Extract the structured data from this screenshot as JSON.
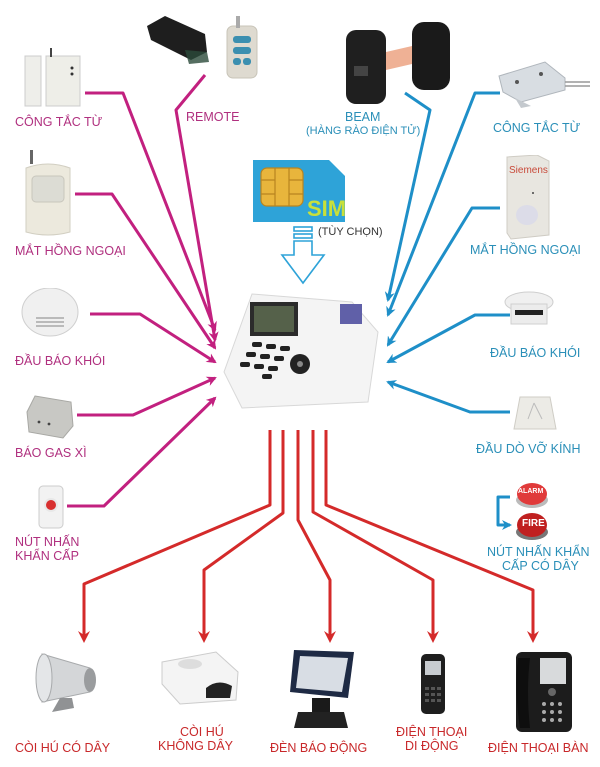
{
  "title": "Sơ đồ hệ thống báo động trung tâm",
  "colors": {
    "input_left": "#c2207f",
    "input_right": "#1e8fc8",
    "output": "#d42a2a",
    "label_left": "#b0307f",
    "label_right": "#2a8fb8",
    "label_output": "#c8282a",
    "sim_card": "#2ea3d8",
    "sim_text": "#c8e03a"
  },
  "center": {
    "device": "alarm-control-panel",
    "sim_label": "SIM",
    "sim_note": "(TÙY CHỌN)"
  },
  "inputs_left": [
    {
      "id": "door-contact",
      "icon": "door-contact-sensor-icon",
      "label": "CÔNG TẮC TỪ"
    },
    {
      "id": "remote",
      "icon": "remote-control-icon",
      "label": "REMOTE"
    },
    {
      "id": "pir",
      "icon": "pir-motion-sensor-icon",
      "label": "MẮT HỒNG NGOẠI"
    },
    {
      "id": "smoke",
      "icon": "smoke-detector-icon",
      "label": "ĐẦU BÁO KHÓI"
    },
    {
      "id": "gas",
      "icon": "gas-leak-detector-icon",
      "label": "BÁO GAS XÌ"
    },
    {
      "id": "panic",
      "icon": "panic-button-icon",
      "label_line1": "NÚT NHẤN",
      "label_line2": "KHẨN CẤP"
    }
  ],
  "inputs_right": [
    {
      "id": "beam",
      "icon": "beam-sensor-icon",
      "label_line1": "BEAM",
      "label_line2": "(HÀNG RÀO ĐIỆN TỬ)"
    },
    {
      "id": "door-contact-wired",
      "icon": "wired-door-contact-icon",
      "label": "CÔNG TẮC TỪ"
    },
    {
      "id": "pir-wired",
      "icon": "pir-motion-sensor-icon",
      "label": "MẮT HỒNG NGOẠI",
      "brand": "Siemens"
    },
    {
      "id": "smoke-wired",
      "icon": "smoke-detector-icon",
      "label": "ĐẦU BÁO KHÓI"
    },
    {
      "id": "glass-break",
      "icon": "glass-break-detector-icon",
      "label": "ĐẦU DÒ VỠ KÍNH"
    },
    {
      "id": "panic-wired",
      "icon": "fire-alarm-button-icon",
      "label_line1": "NÚT NHẤN KHẨN",
      "label_line2": "CẤP CÓ DÂY",
      "button_text_1": "ALARM",
      "button_text_2": "FIRE"
    }
  ],
  "outputs": [
    {
      "id": "siren-wired",
      "icon": "wired-siren-icon",
      "label": "CÒI HÚ CÓ DÂY"
    },
    {
      "id": "siren-wireless",
      "icon": "wireless-siren-icon",
      "label_line1": "CÒI HÚ",
      "label_line2": "KHÔNG DÂY"
    },
    {
      "id": "flood-light",
      "icon": "flood-light-icon",
      "label": "ĐÈN BÁO ĐỘNG"
    },
    {
      "id": "mobile-phone",
      "icon": "mobile-phone-icon",
      "label_line1": "ĐIỆN THOẠI",
      "label_line2": "DI ĐỘNG"
    },
    {
      "id": "desk-phone",
      "icon": "desk-phone-icon",
      "label": "ĐIỆN THOẠI BÀN"
    }
  ]
}
